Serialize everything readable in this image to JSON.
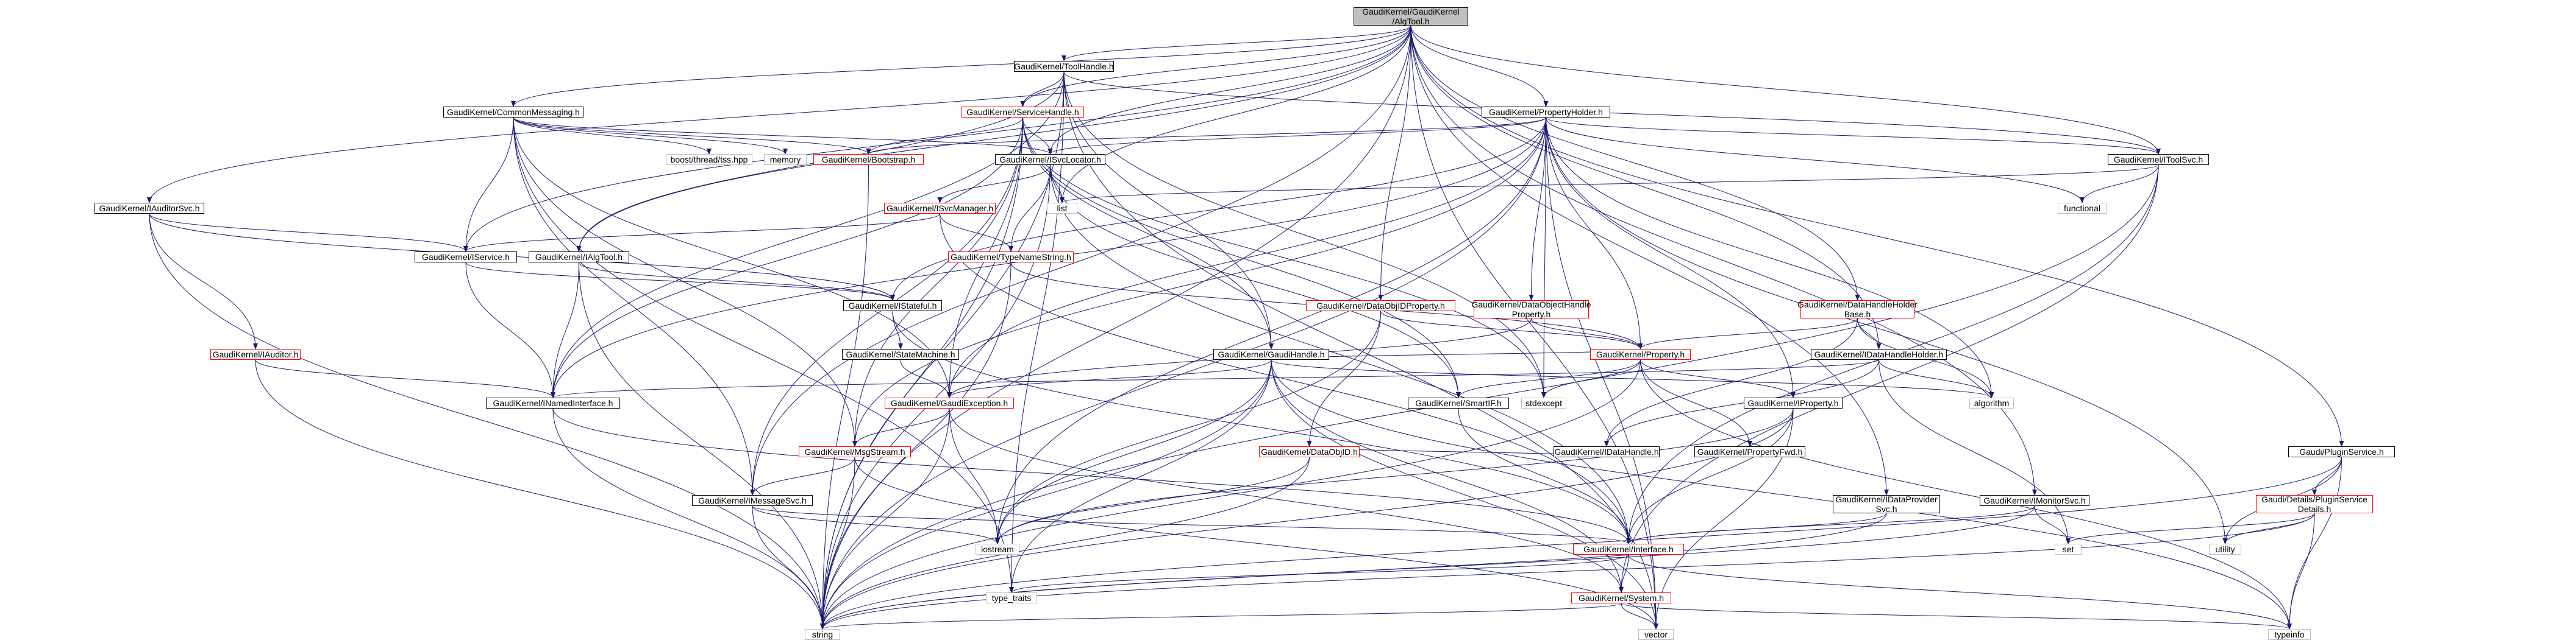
{
  "graph": {
    "nodes": [
      {
        "id": "root",
        "label": "GaudiKernel/GaudiKernel\n/AlgTool.h",
        "kind": "root"
      },
      {
        "id": "toolhandle",
        "label": "GaudiKernel/ToolHandle.h",
        "kind": "normal"
      },
      {
        "id": "commonmsg",
        "label": "GaudiKernel/CommonMessaging.h",
        "kind": "normal"
      },
      {
        "id": "servicehandle",
        "label": "GaudiKernel/ServiceHandle.h",
        "kind": "red"
      },
      {
        "id": "propholder",
        "label": "GaudiKernel/PropertyHolder.h",
        "kind": "normal"
      },
      {
        "id": "boostthread",
        "label": "boost/thread/tss.hpp",
        "kind": "ext"
      },
      {
        "id": "memory",
        "label": "memory",
        "kind": "ext"
      },
      {
        "id": "bootstrap",
        "label": "GaudiKernel/Bootstrap.h",
        "kind": "red"
      },
      {
        "id": "isvclocator",
        "label": "GaudiKernel/ISvcLocator.h",
        "kind": "normal"
      },
      {
        "id": "itoolsvc",
        "label": "GaudiKernel/IToolSvc.h",
        "kind": "normal"
      },
      {
        "id": "iauditorsvc",
        "label": "GaudiKernel/IAuditorSvc.h",
        "kind": "normal"
      },
      {
        "id": "list",
        "label": "list",
        "kind": "ext"
      },
      {
        "id": "functional",
        "label": "functional",
        "kind": "ext"
      },
      {
        "id": "isvcmanager",
        "label": "GaudiKernel/ISvcManager.h",
        "kind": "red"
      },
      {
        "id": "iservice",
        "label": "GaudiKernel/IService.h",
        "kind": "normal"
      },
      {
        "id": "ialgtool",
        "label": "GaudiKernel/IAlgTool.h",
        "kind": "normal"
      },
      {
        "id": "typenamestring",
        "label": "GaudiKernel/TypeNameString.h",
        "kind": "red"
      },
      {
        "id": "istateful",
        "label": "GaudiKernel/IStateful.h",
        "kind": "normal"
      },
      {
        "id": "dataobjidprop",
        "label": "GaudiKernel/DataObjIDProperty.h",
        "kind": "red"
      },
      {
        "id": "dataobjhandleprop",
        "label": "GaudiKernel/DataObjectHandle\nProperty.h",
        "kind": "red"
      },
      {
        "id": "datahandleholderbase",
        "label": "GaudiKernel/DataHandleHolder\nBase.h",
        "kind": "red"
      },
      {
        "id": "iauditor",
        "label": "GaudiKernel/IAuditor.h",
        "kind": "red"
      },
      {
        "id": "statemachine",
        "label": "GaudiKernel/StateMachine.h",
        "kind": "normal"
      },
      {
        "id": "gaudihandle",
        "label": "GaudiKernel/GaudiHandle.h",
        "kind": "normal"
      },
      {
        "id": "property",
        "label": "GaudiKernel/Property.h",
        "kind": "red"
      },
      {
        "id": "idatahandleholder",
        "label": "GaudiKernel/IDataHandleHolder.h",
        "kind": "normal"
      },
      {
        "id": "inamedinterface",
        "label": "GaudiKernel/INamedInterface.h",
        "kind": "normal"
      },
      {
        "id": "gaudiexception",
        "label": "GaudiKernel/GaudiException.h",
        "kind": "red"
      },
      {
        "id": "smartif",
        "label": "GaudiKernel/SmartIF.h",
        "kind": "normal"
      },
      {
        "id": "stdexcept",
        "label": "stdexcept",
        "kind": "ext"
      },
      {
        "id": "iproperty",
        "label": "GaudiKernel/IProperty.h",
        "kind": "normal"
      },
      {
        "id": "algorithm",
        "label": "algorithm",
        "kind": "ext"
      },
      {
        "id": "idatahandle",
        "label": "GaudiKernel/IDataHandle.h",
        "kind": "normal"
      },
      {
        "id": "dataobjid",
        "label": "GaudiKernel/DataObjID.h",
        "kind": "red"
      },
      {
        "id": "propertyfwd",
        "label": "GaudiKernel/PropertyFwd.h",
        "kind": "normal"
      },
      {
        "id": "msgstream",
        "label": "GaudiKernel/MsgStream.h",
        "kind": "red"
      },
      {
        "id": "imessagesvc",
        "label": "GaudiKernel/IMessageSvc.h",
        "kind": "normal"
      },
      {
        "id": "iostream",
        "label": "iostream",
        "kind": "ext"
      },
      {
        "id": "idataprovidersvc",
        "label": "GaudiKernel/IDataProvider\nSvc.h",
        "kind": "normal"
      },
      {
        "id": "imonitorsvc",
        "label": "GaudiKernel/IMonitorSvc.h",
        "kind": "normal"
      },
      {
        "id": "ipluginservice",
        "label": "Gaudi/PluginService.h",
        "kind": "normal"
      },
      {
        "id": "pluginservicedetails",
        "label": "Gaudi/Details/PluginService\nDetails.h",
        "kind": "red"
      },
      {
        "id": "interface",
        "label": "GaudiKernel/Interface.h",
        "kind": "red"
      },
      {
        "id": "set",
        "label": "set",
        "kind": "ext"
      },
      {
        "id": "utility",
        "label": "utility",
        "kind": "ext"
      },
      {
        "id": "typetraits",
        "label": "type_traits",
        "kind": "ext"
      },
      {
        "id": "system",
        "label": "GaudiKernel/System.h",
        "kind": "red"
      },
      {
        "id": "string",
        "label": "string",
        "kind": "ext"
      },
      {
        "id": "vector",
        "label": "vector",
        "kind": "ext"
      },
      {
        "id": "typeinfo",
        "label": "typeinfo",
        "kind": "ext"
      }
    ],
    "edges": [
      [
        "root",
        "toolhandle"
      ],
      [
        "root",
        "commonmsg"
      ],
      [
        "root",
        "propholder"
      ],
      [
        "root",
        "isvclocator"
      ],
      [
        "root",
        "itoolsvc"
      ],
      [
        "root",
        "iauditorsvc"
      ],
      [
        "root",
        "iservice"
      ],
      [
        "root",
        "ialgtool"
      ],
      [
        "root",
        "dataobjidprop"
      ],
      [
        "root",
        "datahandleholderbase"
      ],
      [
        "root",
        "idatahandleholder"
      ],
      [
        "root",
        "ipluginservice"
      ],
      [
        "root",
        "imonitorsvc"
      ],
      [
        "root",
        "idataprovidersvc"
      ],
      [
        "root",
        "imessagesvc"
      ],
      [
        "root",
        "list"
      ],
      [
        "root",
        "string"
      ],
      [
        "root",
        "vector"
      ],
      [
        "root",
        "servicehandle"
      ],
      [
        "toolhandle",
        "servicehandle"
      ],
      [
        "toolhandle",
        "gaudihandle"
      ],
      [
        "toolhandle",
        "ialgtool"
      ],
      [
        "toolhandle",
        "itoolsvc"
      ],
      [
        "toolhandle",
        "inamedinterface"
      ],
      [
        "toolhandle",
        "stdexcept"
      ],
      [
        "toolhandle",
        "string"
      ],
      [
        "toolhandle",
        "vector"
      ],
      [
        "toolhandle",
        "typetraits"
      ],
      [
        "commonmsg",
        "boostthread"
      ],
      [
        "commonmsg",
        "memory"
      ],
      [
        "commonmsg",
        "isvclocator"
      ],
      [
        "commonmsg",
        "imessagesvc"
      ],
      [
        "commonmsg",
        "msgstream"
      ],
      [
        "commonmsg",
        "iservice"
      ],
      [
        "commonmsg",
        "gaudiexception"
      ],
      [
        "commonmsg",
        "typetraits"
      ],
      [
        "commonmsg",
        "bootstrap"
      ],
      [
        "servicehandle",
        "bootstrap"
      ],
      [
        "servicehandle",
        "isvclocator"
      ],
      [
        "servicehandle",
        "gaudihandle"
      ],
      [
        "servicehandle",
        "imessagesvc"
      ],
      [
        "servicehandle",
        "gaudiexception"
      ],
      [
        "servicehandle",
        "msgstream"
      ],
      [
        "servicehandle",
        "smartif"
      ],
      [
        "servicehandle",
        "stdexcept"
      ],
      [
        "servicehandle",
        "string"
      ],
      [
        "servicehandle",
        "inamedinterface"
      ],
      [
        "propholder",
        "bootstrap"
      ],
      [
        "propholder",
        "isvclocator"
      ],
      [
        "propholder",
        "itoolsvc"
      ],
      [
        "propholder",
        "functional"
      ],
      [
        "propholder",
        "property"
      ],
      [
        "propholder",
        "dataobjhandleprop"
      ],
      [
        "propholder",
        "iproperty"
      ],
      [
        "propholder",
        "istateful"
      ],
      [
        "propholder",
        "algorithm"
      ],
      [
        "propholder",
        "stdexcept"
      ],
      [
        "propholder",
        "utility"
      ],
      [
        "propholder",
        "vector"
      ],
      [
        "propholder",
        "iostream"
      ],
      [
        "propholder",
        "gaudiexception"
      ],
      [
        "propholder",
        "string"
      ],
      [
        "propholder",
        "inamedinterface"
      ],
      [
        "propholder",
        "msgstream"
      ],
      [
        "bootstrap",
        "string"
      ],
      [
        "isvclocator",
        "list"
      ],
      [
        "isvclocator",
        "isvcmanager"
      ],
      [
        "isvclocator",
        "typenamestring"
      ],
      [
        "isvclocator",
        "smartif"
      ],
      [
        "isvclocator",
        "interface"
      ],
      [
        "isvclocator",
        "string"
      ],
      [
        "isvcmanager",
        "iservice"
      ],
      [
        "isvcmanager",
        "typenamestring"
      ],
      [
        "isvcmanager",
        "interface"
      ],
      [
        "itoolsvc",
        "list"
      ],
      [
        "itoolsvc",
        "functional"
      ],
      [
        "itoolsvc",
        "interface"
      ],
      [
        "itoolsvc",
        "system"
      ],
      [
        "itoolsvc",
        "string"
      ],
      [
        "iauditorsvc",
        "iservice"
      ],
      [
        "iauditorsvc",
        "iauditor"
      ],
      [
        "iauditorsvc",
        "istateful"
      ],
      [
        "iauditorsvc",
        "string"
      ],
      [
        "iservice",
        "inamedinterface"
      ],
      [
        "iservice",
        "istateful"
      ],
      [
        "ialgtool",
        "inamedinterface"
      ],
      [
        "ialgtool",
        "istateful"
      ],
      [
        "ialgtool",
        "string"
      ],
      [
        "typenamestring",
        "property"
      ],
      [
        "typenamestring",
        "string"
      ],
      [
        "istateful",
        "statemachine"
      ],
      [
        "istateful",
        "interface"
      ],
      [
        "statemachine",
        "gaudiexception"
      ],
      [
        "dataobjidprop",
        "property"
      ],
      [
        "dataobjidprop",
        "dataobjid"
      ],
      [
        "dataobjidprop",
        "iostream"
      ],
      [
        "dataobjhandleprop",
        "property"
      ],
      [
        "dataobjhandleprop",
        "gaudiexception"
      ],
      [
        "datahandleholderbase",
        "idatahandleholder"
      ],
      [
        "datahandleholderbase",
        "property"
      ],
      [
        "datahandleholderbase",
        "idatahandle"
      ],
      [
        "datahandleholderbase",
        "algorithm"
      ],
      [
        "idatahandleholder",
        "inamedinterface"
      ],
      [
        "idatahandleholder",
        "idatahandle"
      ],
      [
        "idatahandleholder",
        "set"
      ],
      [
        "idatahandleholder",
        "algorithm"
      ],
      [
        "iauditor",
        "inamedinterface"
      ],
      [
        "iauditor",
        "string"
      ],
      [
        "gaudihandle",
        "gaudiexception"
      ],
      [
        "gaudihandle",
        "property"
      ],
      [
        "gaudihandle",
        "system"
      ],
      [
        "gaudihandle",
        "algorithm"
      ],
      [
        "gaudihandle",
        "iostream"
      ],
      [
        "gaudihandle",
        "string"
      ],
      [
        "gaudihandle",
        "typeinfo"
      ],
      [
        "gaudihandle",
        "typetraits"
      ],
      [
        "gaudihandle",
        "vector"
      ],
      [
        "property",
        "iproperty"
      ],
      [
        "property",
        "smartif"
      ],
      [
        "property",
        "propertyfwd"
      ],
      [
        "property",
        "string"
      ],
      [
        "property",
        "stdexcept"
      ],
      [
        "property",
        "typeinfo"
      ],
      [
        "iproperty",
        "interface"
      ],
      [
        "iproperty",
        "iostream"
      ],
      [
        "iproperty",
        "string"
      ],
      [
        "iproperty",
        "vector"
      ],
      [
        "idatahandle",
        "dataobjid"
      ],
      [
        "dataobjid",
        "iostream"
      ],
      [
        "dataobjid",
        "string"
      ],
      [
        "inamedinterface",
        "interface"
      ],
      [
        "inamedinterface",
        "string"
      ],
      [
        "gaudiexception",
        "msgstream"
      ],
      [
        "gaudiexception",
        "system"
      ],
      [
        "gaudiexception",
        "iostream"
      ],
      [
        "gaudiexception",
        "string"
      ],
      [
        "smartif",
        "interface"
      ],
      [
        "msgstream",
        "imessagesvc"
      ],
      [
        "msgstream",
        "string"
      ],
      [
        "msgstream",
        "vector"
      ],
      [
        "imessagesvc",
        "interface"
      ],
      [
        "imessagesvc",
        "iostream"
      ],
      [
        "imessagesvc",
        "string"
      ],
      [
        "idataprovidersvc",
        "interface"
      ],
      [
        "idataprovidersvc",
        "string"
      ],
      [
        "imonitorsvc",
        "interface"
      ],
      [
        "imonitorsvc",
        "set"
      ],
      [
        "imonitorsvc",
        "string"
      ],
      [
        "ipluginservice",
        "pluginservicedetails"
      ],
      [
        "ipluginservice",
        "string"
      ],
      [
        "ipluginservice",
        "typeinfo"
      ],
      [
        "ipluginservice",
        "utility"
      ],
      [
        "pluginservicedetails",
        "set"
      ],
      [
        "pluginservicedetails",
        "string"
      ],
      [
        "pluginservicedetails",
        "typeinfo"
      ],
      [
        "pluginservicedetails",
        "utility"
      ],
      [
        "interface",
        "system"
      ],
      [
        "interface",
        "typetraits"
      ],
      [
        "interface",
        "typeinfo"
      ],
      [
        "system",
        "string"
      ],
      [
        "system",
        "vector"
      ],
      [
        "system",
        "typeinfo"
      ]
    ]
  }
}
